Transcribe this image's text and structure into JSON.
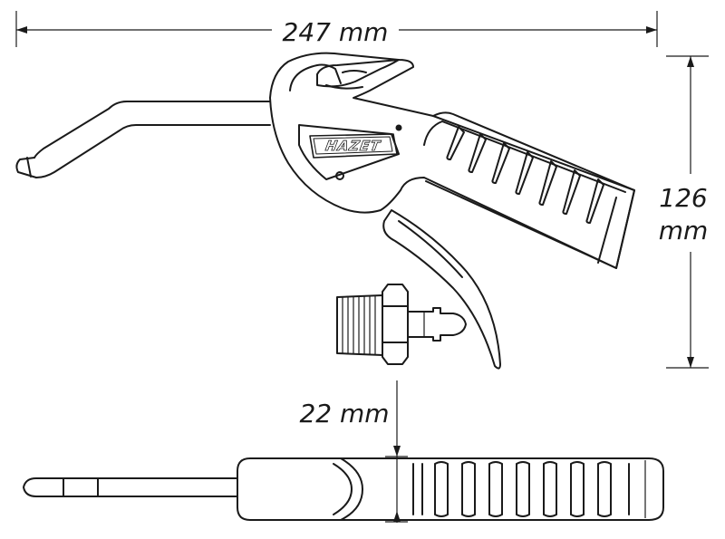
{
  "dimensions": {
    "length": "247 mm",
    "height_value": "126",
    "height_unit": "mm",
    "width": "22 mm"
  },
  "brand": {
    "logo_text": "HAZET"
  }
}
